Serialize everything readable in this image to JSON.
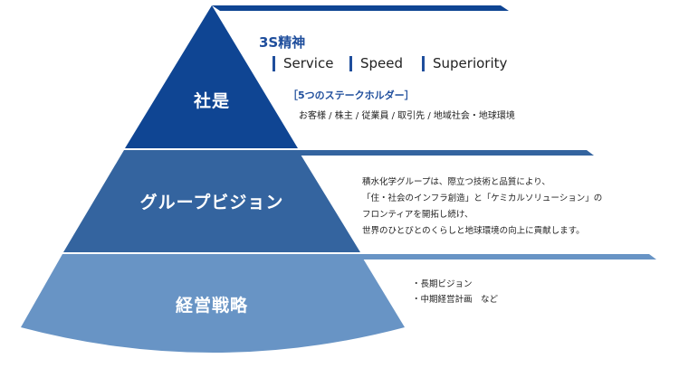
{
  "colors": {
    "top": "#0f4593",
    "middle": "#34649f",
    "bottom": "#6894c5",
    "accent": "#1f4e9c"
  },
  "tiers": {
    "top": {
      "label": "社是"
    },
    "middle": {
      "label": "グループビジョン"
    },
    "bottom": {
      "label": "経営戦略"
    }
  },
  "shaze": {
    "heading": "3S精神",
    "values": [
      "Service",
      "Speed",
      "Superiority"
    ],
    "stakeholders_title": "［5つのステークホルダー］",
    "stakeholders_list": "お客様 / 株主 / 従業員 / 取引先 / 地域社会・地球環境"
  },
  "vision": {
    "lines": [
      "積水化学グループは、際立つ技術と品質により、",
      "「住・社会のインフラ創造」と「ケミカルソリューション」の",
      "フロンティアを開拓し続け、",
      "世界のひとびとのくらしと地球環境の向上に貢献します。"
    ]
  },
  "strategy": {
    "items": [
      "・長期ビジョン",
      "・中期経営計画　など"
    ]
  }
}
